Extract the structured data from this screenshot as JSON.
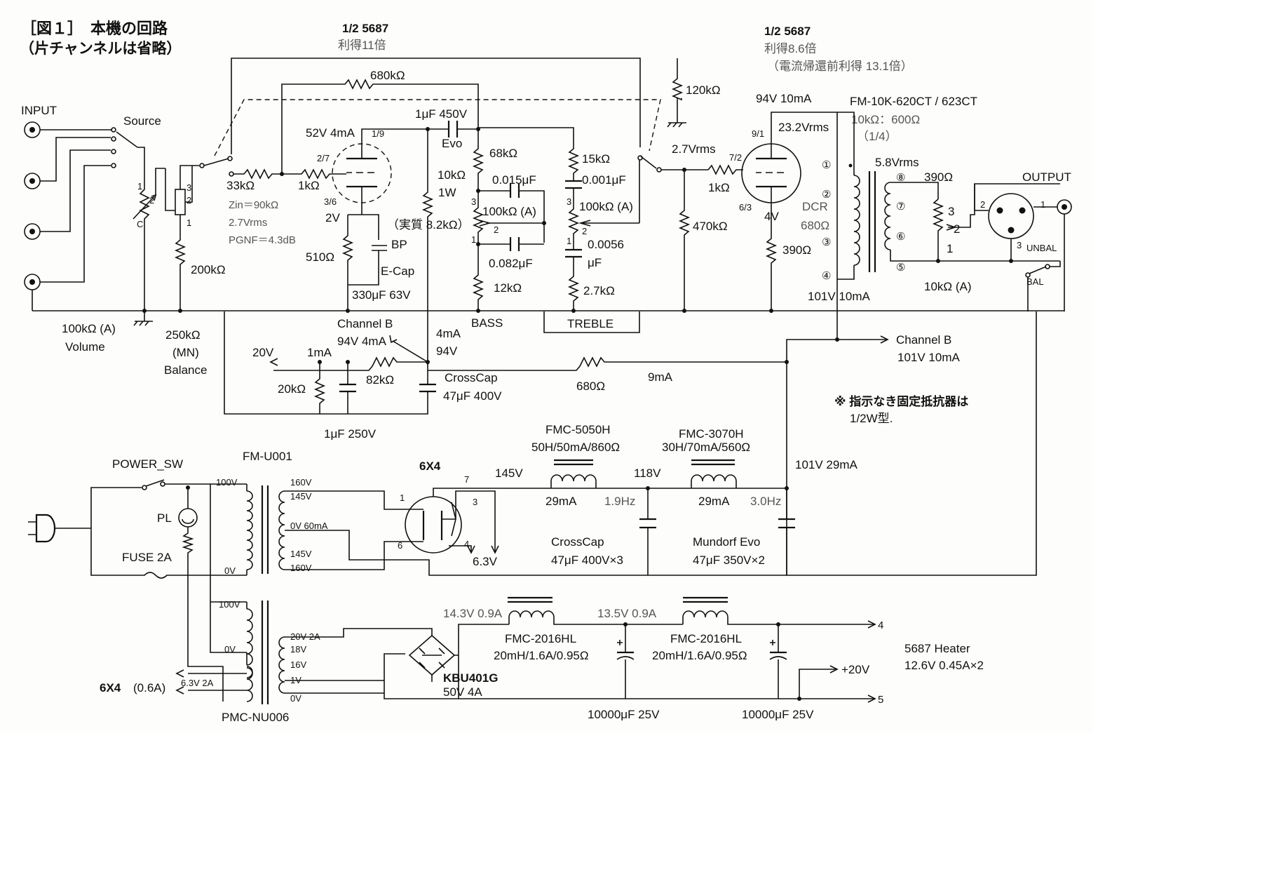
{
  "title": {
    "line1": "［図１］　本機の回路",
    "line2": "（片チャンネルは省略）"
  },
  "input": {
    "label": "INPUT"
  },
  "source": {
    "label": "Source"
  },
  "volume": {
    "value": "100kΩ (A)",
    "name": "Volume",
    "pin1": "1",
    "pin2": "2",
    "pinC": "C"
  },
  "balance": {
    "value": "250kΩ",
    "type": "(MN)",
    "name": "Balance",
    "pin3": "3",
    "pin2": "2",
    "pin1": "1"
  },
  "r_200k": "200kΩ",
  "r_33k": "33kΩ",
  "r_1k_a": "1kΩ",
  "r_680k": "680kΩ",
  "stage1_notes": {
    "zin": "Zin＝90kΩ",
    "vrms": "2.7Vrms",
    "pgnf": "PGNF＝4.3dB"
  },
  "tube1": {
    "title": "1/2 5687",
    "gain": "利得11倍",
    "bias": "52V 4mA",
    "pin_a": "1/9",
    "pin_g": "2/7",
    "pin_k": "3/6",
    "cathode_v": "2V"
  },
  "r_510": "510Ω",
  "cap_bp": {
    "label": "BP",
    "type": "E-Cap",
    "value": "330μF 63V"
  },
  "coupling_cap": {
    "value": "1μF 450V",
    "type": "Evo"
  },
  "r_10k_1w": {
    "value": "10kΩ",
    "power": "1W"
  },
  "tone_bass": {
    "r_top": "68kΩ",
    "c_top": "0.015μF",
    "pot": "100kΩ (A)",
    "note": "（実質 8.2kΩ）",
    "c_bot": "0.082μF",
    "r_bot": "12kΩ",
    "label": "BASS",
    "p3": "3",
    "p2": "2",
    "p1": "1"
  },
  "tone_treble": {
    "r_top": "15kΩ",
    "c_top": "0.001μF",
    "pot": "100kΩ (A)",
    "c_bot_1": "0.0056",
    "c_bot_2": "μF",
    "r_bot": "2.7kΩ",
    "label": "TREBLE",
    "p3": "3",
    "p2": "2",
    "p1": "1"
  },
  "r_120k": "120kΩ",
  "stage2_in": {
    "vrms": "2.7Vrms",
    "r_grid": "1kΩ",
    "r_leak": "470kΩ"
  },
  "tube2": {
    "title": "1/2 5687",
    "gain": "利得8.6倍",
    "gain_note": "（電流帰還前利得 13.1倍）",
    "bias": "94V 10mA",
    "vout": "23.2Vrms",
    "pin_a": "9/1",
    "pin_g": "7/2",
    "pin_k": "6/3",
    "cathode_v": "4V"
  },
  "r_390_k": "390Ω",
  "output_trans": {
    "model": "FM-10K-620CT / 623CT",
    "ratio": "10kΩ：600Ω",
    "ratio_sub": "（1/4）",
    "dcr1": "DCR",
    "dcr2": "680Ω",
    "p1": "①",
    "p2": "②",
    "p3": "③",
    "p4": "④",
    "p5": "⑤",
    "p6": "⑥",
    "p7": "⑦",
    "p8": "⑧",
    "sec_v": "5.8Vrms",
    "b_plus": "101V 10mA"
  },
  "output_stage": {
    "r_390": "390Ω",
    "pot": "10kΩ (A)",
    "p3": "3",
    "p2": "2",
    "p1": "1",
    "label": "OUTPUT",
    "xlr1": "1",
    "xlr2": "2",
    "xlr3": "3",
    "unbal": "UNBAL",
    "bal": "BAL"
  },
  "supply": {
    "chb_a1": "Channel B",
    "chb_a2": "94V 4mA",
    "i4": "4mA",
    "v94": "94V",
    "v20": "20V",
    "i1": "1mA",
    "r_20k": "20kΩ",
    "r_82k": "82kΩ",
    "cc_name": "CrossCap",
    "cc_val": "47μF 400V",
    "c_1u": "1μF 250V",
    "r_680": "680Ω",
    "i9": "9mA",
    "chb_b1": "Channel B",
    "chb_b2": "101V 10mA"
  },
  "note": {
    "line1": "※ 指示なき固定抵抗器は",
    "line2": "1/2W型."
  },
  "power": {
    "switch": "POWER_SW",
    "pl": "PL",
    "fuse": "FUSE 2A",
    "trans1": "FM-U001",
    "t1_100v": "100V",
    "t1_0v": "0V",
    "t1_160a": "160V",
    "t1_145a": "145V",
    "t1_0v60": "0V 60mA",
    "t1_145b": "145V",
    "t1_160b": "160V",
    "rect": "6X4",
    "rect_p1": "1",
    "rect_p6": "6",
    "rect_p7": "7",
    "rect_p3": "3",
    "rect_p4": "4",
    "heater": "6.3V",
    "v145": "145V",
    "choke1_name": "FMC-5050H",
    "choke1_spec": "50H/50mA/860Ω",
    "i29a": "29mA",
    "f1": "1.9Hz",
    "v118": "118V",
    "c1_name": "CrossCap",
    "c1_spec": "47μF 400V×3",
    "choke2_name": "FMC-3070H",
    "choke2_spec": "30H/70mA/560Ω",
    "i29b": "29mA",
    "f2": "3.0Hz",
    "c2_name": "Mundorf Evo",
    "c2_spec": "47μF 350V×2",
    "bplus": "101V 29mA"
  },
  "heater_supply": {
    "trans2": "PMC-NU006",
    "t2_100v": "100V",
    "t2_0v": "0V",
    "t2_20v": "20V 2A",
    "t2_18v": "18V",
    "t2_16v": "16V",
    "t2_1v": "1V",
    "t2_0v_b": "0V",
    "six_x4": "6X4",
    "six_x4_i": "(0.6A)",
    "hv": "6.3V 2A",
    "bridge": "KBU401G",
    "bridge_spec": "50V 4A",
    "v143": "14.3V 0.9A",
    "ch1_name": "FMC-2016HL",
    "ch1_spec": "20mH/1.6A/0.95Ω",
    "v135": "13.5V 0.9A",
    "ch2_name": "FMC-2016HL",
    "ch2_spec": "20mH/1.6A/0.95Ω",
    "c1": "10000μF 25V",
    "c2": "10000μF 25V",
    "out4": "4",
    "out5": "5",
    "p20v": "+20V",
    "heater_t1": "5687 Heater",
    "heater_t2": "12.6V 0.45A×2"
  }
}
